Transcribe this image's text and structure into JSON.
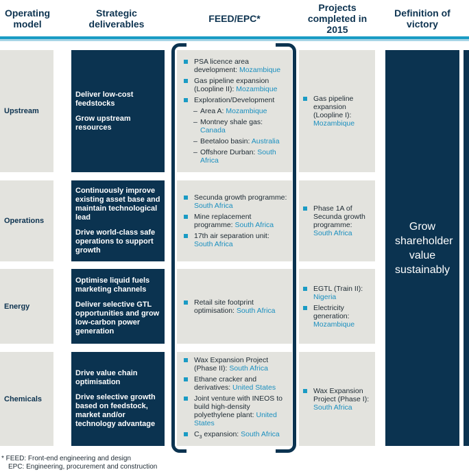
{
  "headers": {
    "operating_model": "Operating model",
    "strategic": "Strategic deliverables",
    "feed": "FEED/EPC*",
    "projects": "Projects completed in 2015",
    "victory": "Definition of victory"
  },
  "rows": [
    {
      "name": "Upstream",
      "strategic": [
        "Deliver low-cost feedstocks",
        "Grow upstream resources"
      ]
    },
    {
      "name": "Operations",
      "strategic": [
        "Continuously improve existing asset base and maintain technological lead",
        "Drive world-class safe operations to support growth"
      ]
    },
    {
      "name": "Energy",
      "strategic": [
        "Optimise liquid fuels marketing channels",
        "Deliver selective GTL opportunities and grow low-carbon power generation"
      ]
    },
    {
      "name": "Chemicals",
      "strategic": [
        "Drive value chain optimisation",
        "Drive selective growth based on feedstock, market and/or technology advantage"
      ]
    }
  ],
  "feed": {
    "upstream": [
      {
        "text": "PSA licence area development: ",
        "country": "Mozambique"
      },
      {
        "text": "Gas pipeline expansion (Loopline II): ",
        "country": "Mozambique"
      },
      {
        "text": "Exploration/Development"
      }
    ],
    "upstream_sub": [
      {
        "text": "Area A: ",
        "country": "Mozambique"
      },
      {
        "text": "Montney shale gas: ",
        "country": "Canada"
      },
      {
        "text": "Beetaloo basin: ",
        "country": "Australia"
      },
      {
        "text": "Offshore Durban: ",
        "country": "South Africa"
      }
    ],
    "operations": [
      {
        "text": "Secunda growth programme: ",
        "country": "South Africa"
      },
      {
        "text": "Mine replacement programme: ",
        "country": "South Africa"
      },
      {
        "text": "17th air separation unit: ",
        "country": "South Africa"
      }
    ],
    "energy": [
      {
        "text": "Retail site footprint optimisation: ",
        "country": "South Africa"
      }
    ],
    "chemicals": [
      {
        "text": "Wax Expansion Project (Phase II): ",
        "country": "South Africa"
      },
      {
        "text": "Ethane cracker and derivatives: ",
        "country": "United States"
      },
      {
        "text": "Joint venture with INEOS to build high-density polyethylene plant: ",
        "country": "United States"
      }
    ],
    "c3": {
      "c": "C",
      "sub": "3",
      "text": " expansion: ",
      "country": "South Africa"
    }
  },
  "projects": {
    "upstream": [
      {
        "text": "Gas pipeline expansion (Loopline I): ",
        "country": "Mozambique"
      }
    ],
    "operations": [
      {
        "text": "Phase 1A of Secunda growth programme: ",
        "country": "South Africa"
      }
    ],
    "energy": [
      {
        "text": "EGTL (Train II): ",
        "country": "Nigeria"
      },
      {
        "text": "Electricity generation: ",
        "country": "Mozambique"
      }
    ],
    "chemicals": [
      {
        "text": "Wax Expansion Project (Phase I): ",
        "country": "South Africa"
      }
    ]
  },
  "victory": "Grow shareholder value sustainably",
  "footnote": {
    "line1": "*  FEED: Front-end engineering and design",
    "line2": "EPC: Engineering, procurement and construction"
  },
  "colors": {
    "navy": "#0b3350",
    "teal": "#1a9bc4",
    "gray": "#e3e3de"
  }
}
